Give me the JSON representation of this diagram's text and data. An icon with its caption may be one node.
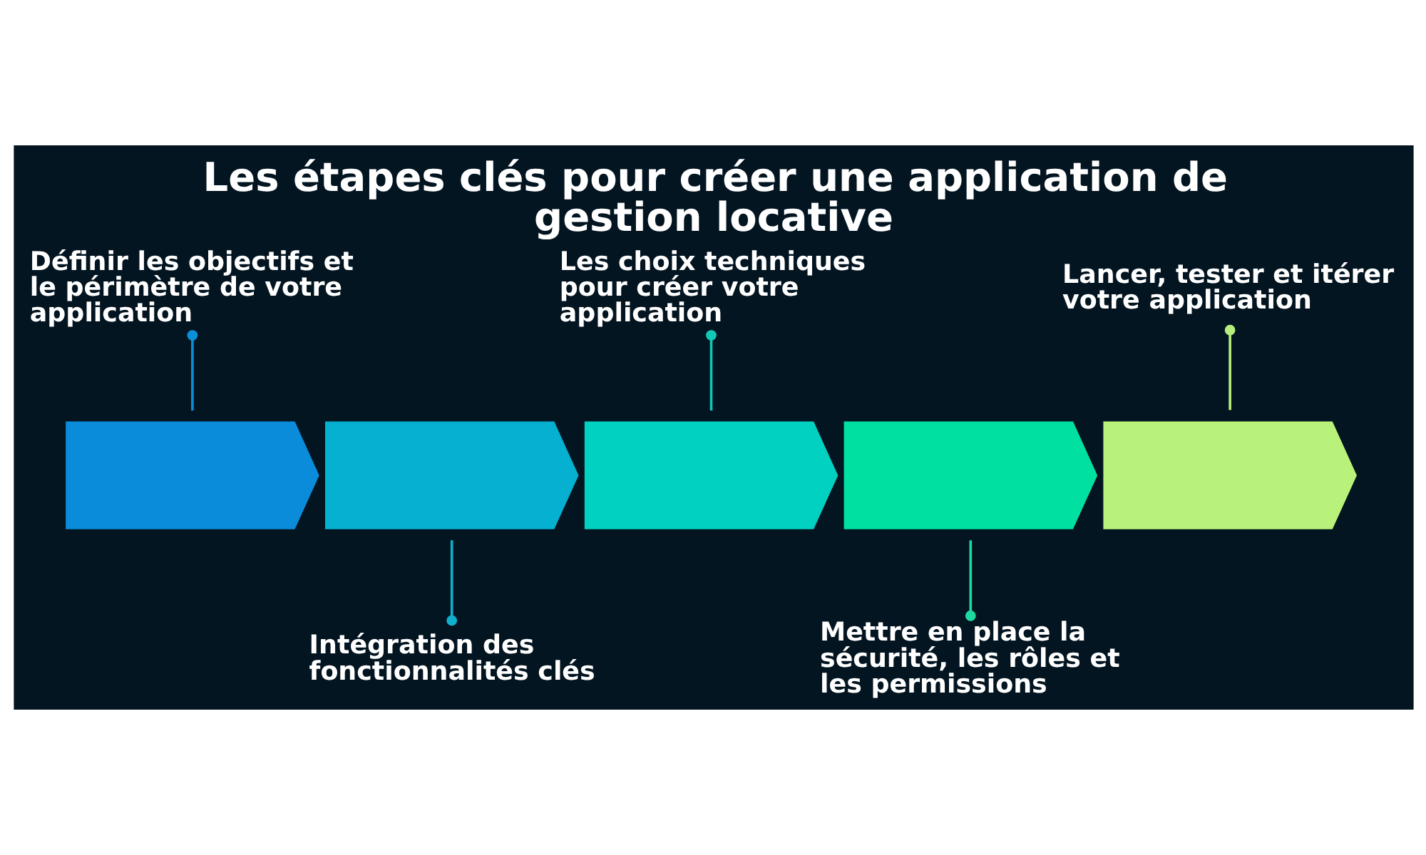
{
  "diagram": {
    "title": "Les étapes clés pour créer une application de gestion locative",
    "nodes": [
      {
        "text": [
          "Définir les objectifs et le périmètre de votre application"
        ]
      },
      {
        "text": [
          "Les choix techniques pour créer votre application"
        ]
      },
      {
        "text": [
          "Lancer, tester et itérer votre application"
        ]
      },
      {
        "text": [],
        "shape": "chevron"
      },
      {
        "text": [],
        "shape": "chevron"
      },
      {
        "text": [],
        "shape": "chevron"
      },
      {
        "text": [],
        "shape": "chevron"
      },
      {
        "text": [],
        "shape": "chevron"
      },
      {
        "text": [
          "Intégration des fonctionnalités clés"
        ]
      },
      {
        "text": [
          "Mettre en place la sécurité, les rôles et les permissions"
        ]
      }
    ],
    "edges": [
      {
        "from": 0,
        "to": 3,
        "arrow": "other",
        "color": "#0a8fd8"
      },
      {
        "from": 8,
        "to": 4,
        "arrow": "other",
        "color": "#10b0cc"
      },
      {
        "from": 1,
        "to": 5,
        "arrow": "other",
        "color": "#11c7b5"
      },
      {
        "from": 9,
        "to": 6,
        "arrow": "other",
        "color": "#1ed9a0"
      },
      {
        "from": 2,
        "to": 7,
        "arrow": "other",
        "color": "#b5ee7c"
      }
    ]
  }
}
